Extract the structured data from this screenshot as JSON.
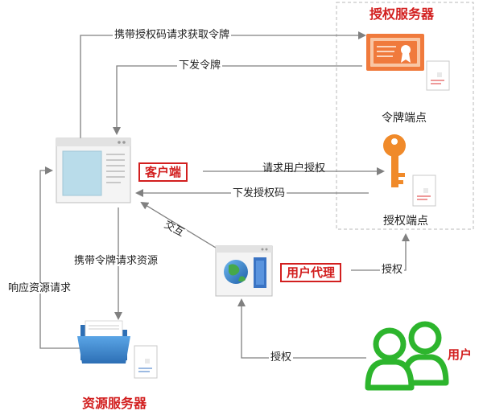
{
  "titles": {
    "auth_server": "授权服务器",
    "resource_server": "资源服务器",
    "user": "用户"
  },
  "components": {
    "client": "客户端",
    "user_agent": "用户代理",
    "token_endpoint": "令牌端点",
    "auth_endpoint": "授权端点"
  },
  "flows": {
    "carry_code_request_token": "携带授权码请求获取令牌",
    "issue_token": "下发令牌",
    "request_user_auth": "请求用户授权",
    "issue_auth_code": "下发授权码",
    "interact": "交互",
    "carry_token_request_resource": "携带令牌请求资源",
    "respond_resource_request": "响应资源请求",
    "authorize_agent": "授权",
    "authorize_user": "授权"
  },
  "colors": {
    "accent_red": "#d21f1f",
    "certificate_orange": "#f07a3c",
    "key_orange": "#f08a2a",
    "user_green": "#2db52d",
    "folder_blue": "#3b82c8",
    "arrow_gray": "#808080"
  },
  "icons": {
    "auth_server": "certificate-icon",
    "token_endpoint": "key-icon",
    "client": "browser-window-icon",
    "user_agent": "globe-browser-icon",
    "resource_server": "folder-icon",
    "user": "users-icon"
  }
}
